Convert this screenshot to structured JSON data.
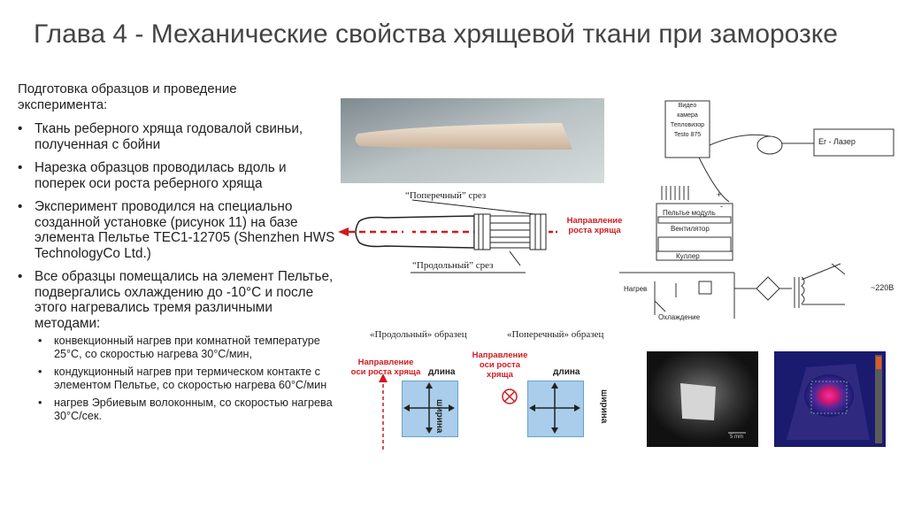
{
  "slide": {
    "title": "Глава 4 - Механические свойства хрящевой ткани при заморозке",
    "intro": "Подготовка образцов и проведение эксперимента:",
    "bullets": [
      "Ткань реберного хряща годовалой свиньи, полученная с бойни",
      "Нарезка образцов проводилась вдоль и поперек оси роста реберного хряща",
      "Эксперимент проводился на специально созданной установке (рисунок 11) на базе элемента Пельтье TEC1-12705 (Shenzhen HWS TechnologyCo Ltd.)",
      "Все образцы помещались на элемент Пельтье, подвергались охлаждению до -10°C и после этого нагревались тремя различными методами:"
    ],
    "sub_bullets": [
      "конвекционный нагрев при комнатной температуре 25°C, со скоростью нагрева 30°C/мин,",
      "кондукционный нагрев при термическом контакте с элементом Пельтье, со скоростью нагрева 60°C/мин",
      "нагрев Эрбиевым волоконным, со скоростью нагрева 30°C/сек."
    ]
  },
  "cutting_diagram": {
    "transverse_cut": "“Поперечный” срез",
    "longitudinal_cut": "“Продольный” срез",
    "growth_direction": "Направление роста хряща"
  },
  "samples": {
    "longitudinal_sample": "«Продольный» образец",
    "transverse_sample": "«Поперечный» образец",
    "growth_axis_label": "Направление оси роста хряща",
    "length": "длина",
    "width": "ширина"
  },
  "setup": {
    "camera": [
      "Видео",
      "камера",
      "Тепловизор",
      "Testo 875"
    ],
    "laser": "Er - Лазер",
    "peltier": "Пельтье модуль",
    "fan": "Вентилятор",
    "cooler": "Куллер",
    "heating": "Нагрев",
    "cooling": "Охлаждение",
    "voltage": "~220В",
    "plus": "+",
    "minus": "-"
  },
  "micrograph": {
    "scale": "5 mm"
  },
  "colors": {
    "accent_red": "#d0191f",
    "sample_blue": "#a9cdea",
    "thermal_bg": "#1a1a6e"
  }
}
